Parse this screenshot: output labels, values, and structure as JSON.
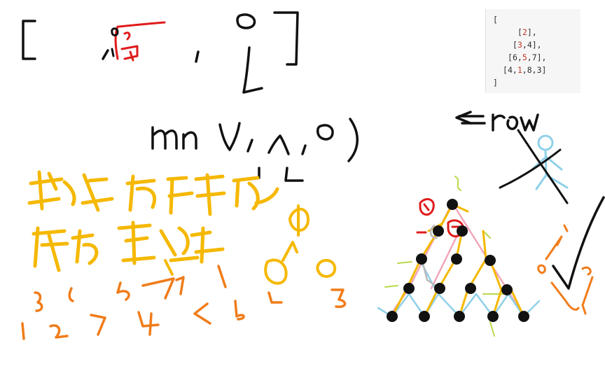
{
  "code_snippet": {
    "open": "[",
    "close": "]",
    "rows": [
      [
        "2"
      ],
      [
        "3",
        "4"
      ],
      [
        "6",
        "5",
        "7"
      ],
      [
        "4",
        "1",
        "8",
        "3"
      ]
    ],
    "highlight_color": "#c0392b"
  },
  "sketch": {
    "ink_colors": {
      "black": "#111111",
      "red": "#e01b1b",
      "yellow": "#f5b800",
      "orange": "#f07c1a",
      "light_blue": "#8fd0e8",
      "pink": "#f1a6b8",
      "lime": "#b8d84a",
      "gray": "#b9b9b9"
    },
    "content": "handwritten notes and doodles (illegible)"
  }
}
